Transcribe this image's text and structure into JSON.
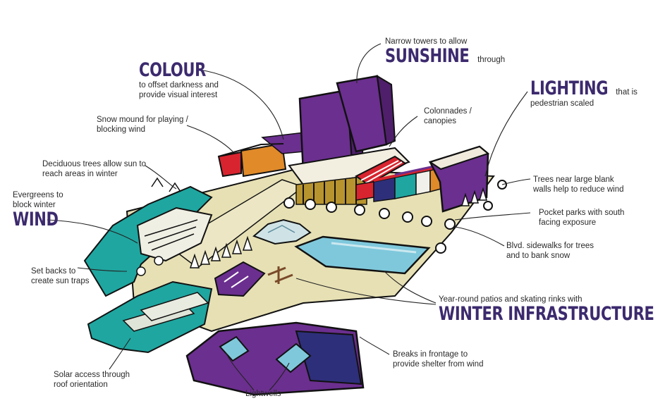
{
  "labels": {
    "sunshine": {
      "pre": "Narrow towers to allow",
      "title": "SUNSHINE",
      "post": "through"
    },
    "colour": {
      "title": "COLOUR",
      "l1": "to offset darkness and",
      "l2": "provide visual interest"
    },
    "lighting": {
      "title": "LIGHTING",
      "post": "that is",
      "l2": "pedestrian scaled"
    },
    "snow_mound": {
      "l1": "Snow mound for playing /",
      "l2": "blocking wind"
    },
    "colonnades": {
      "l1": "Colonnades /",
      "l2": "canopies"
    },
    "deciduous": {
      "l1": "Deciduous trees allow sun to",
      "l2": "reach areas in winter"
    },
    "trees_blank": {
      "l1": "Trees near large blank",
      "l2": "walls help to reduce wind"
    },
    "wind": {
      "l1": "Evergreens to",
      "l2": "block winter",
      "title": "WIND"
    },
    "pocket_parks": {
      "l1": "Pocket parks with south",
      "l2": "facing exposure"
    },
    "blvd": {
      "l1": "Blvd. sidewalks for trees",
      "l2": "and to bank snow"
    },
    "setbacks": {
      "l1": "Set backs to",
      "l2": "create sun traps"
    },
    "patios": {
      "l1": "Year-round patios and skating rinks with",
      "title": "WINTER INFRASTRUCTURE"
    },
    "breaks": {
      "l1": "Breaks in frontage to",
      "l2": "provide shelter from wind"
    },
    "solar": {
      "l1": "Solar access through",
      "l2": "roof orientation"
    },
    "lightwells": {
      "l1": "Lightwells"
    }
  },
  "colors": {
    "purple": "#6b2f8f",
    "teal": "#1fa6a0",
    "ice": "#7fc8dc",
    "red": "#d8242f",
    "orange": "#e08a2a",
    "ground": "#dcd6a8",
    "heading": "#3c2a6e",
    "navy": "#2e2f7a"
  }
}
